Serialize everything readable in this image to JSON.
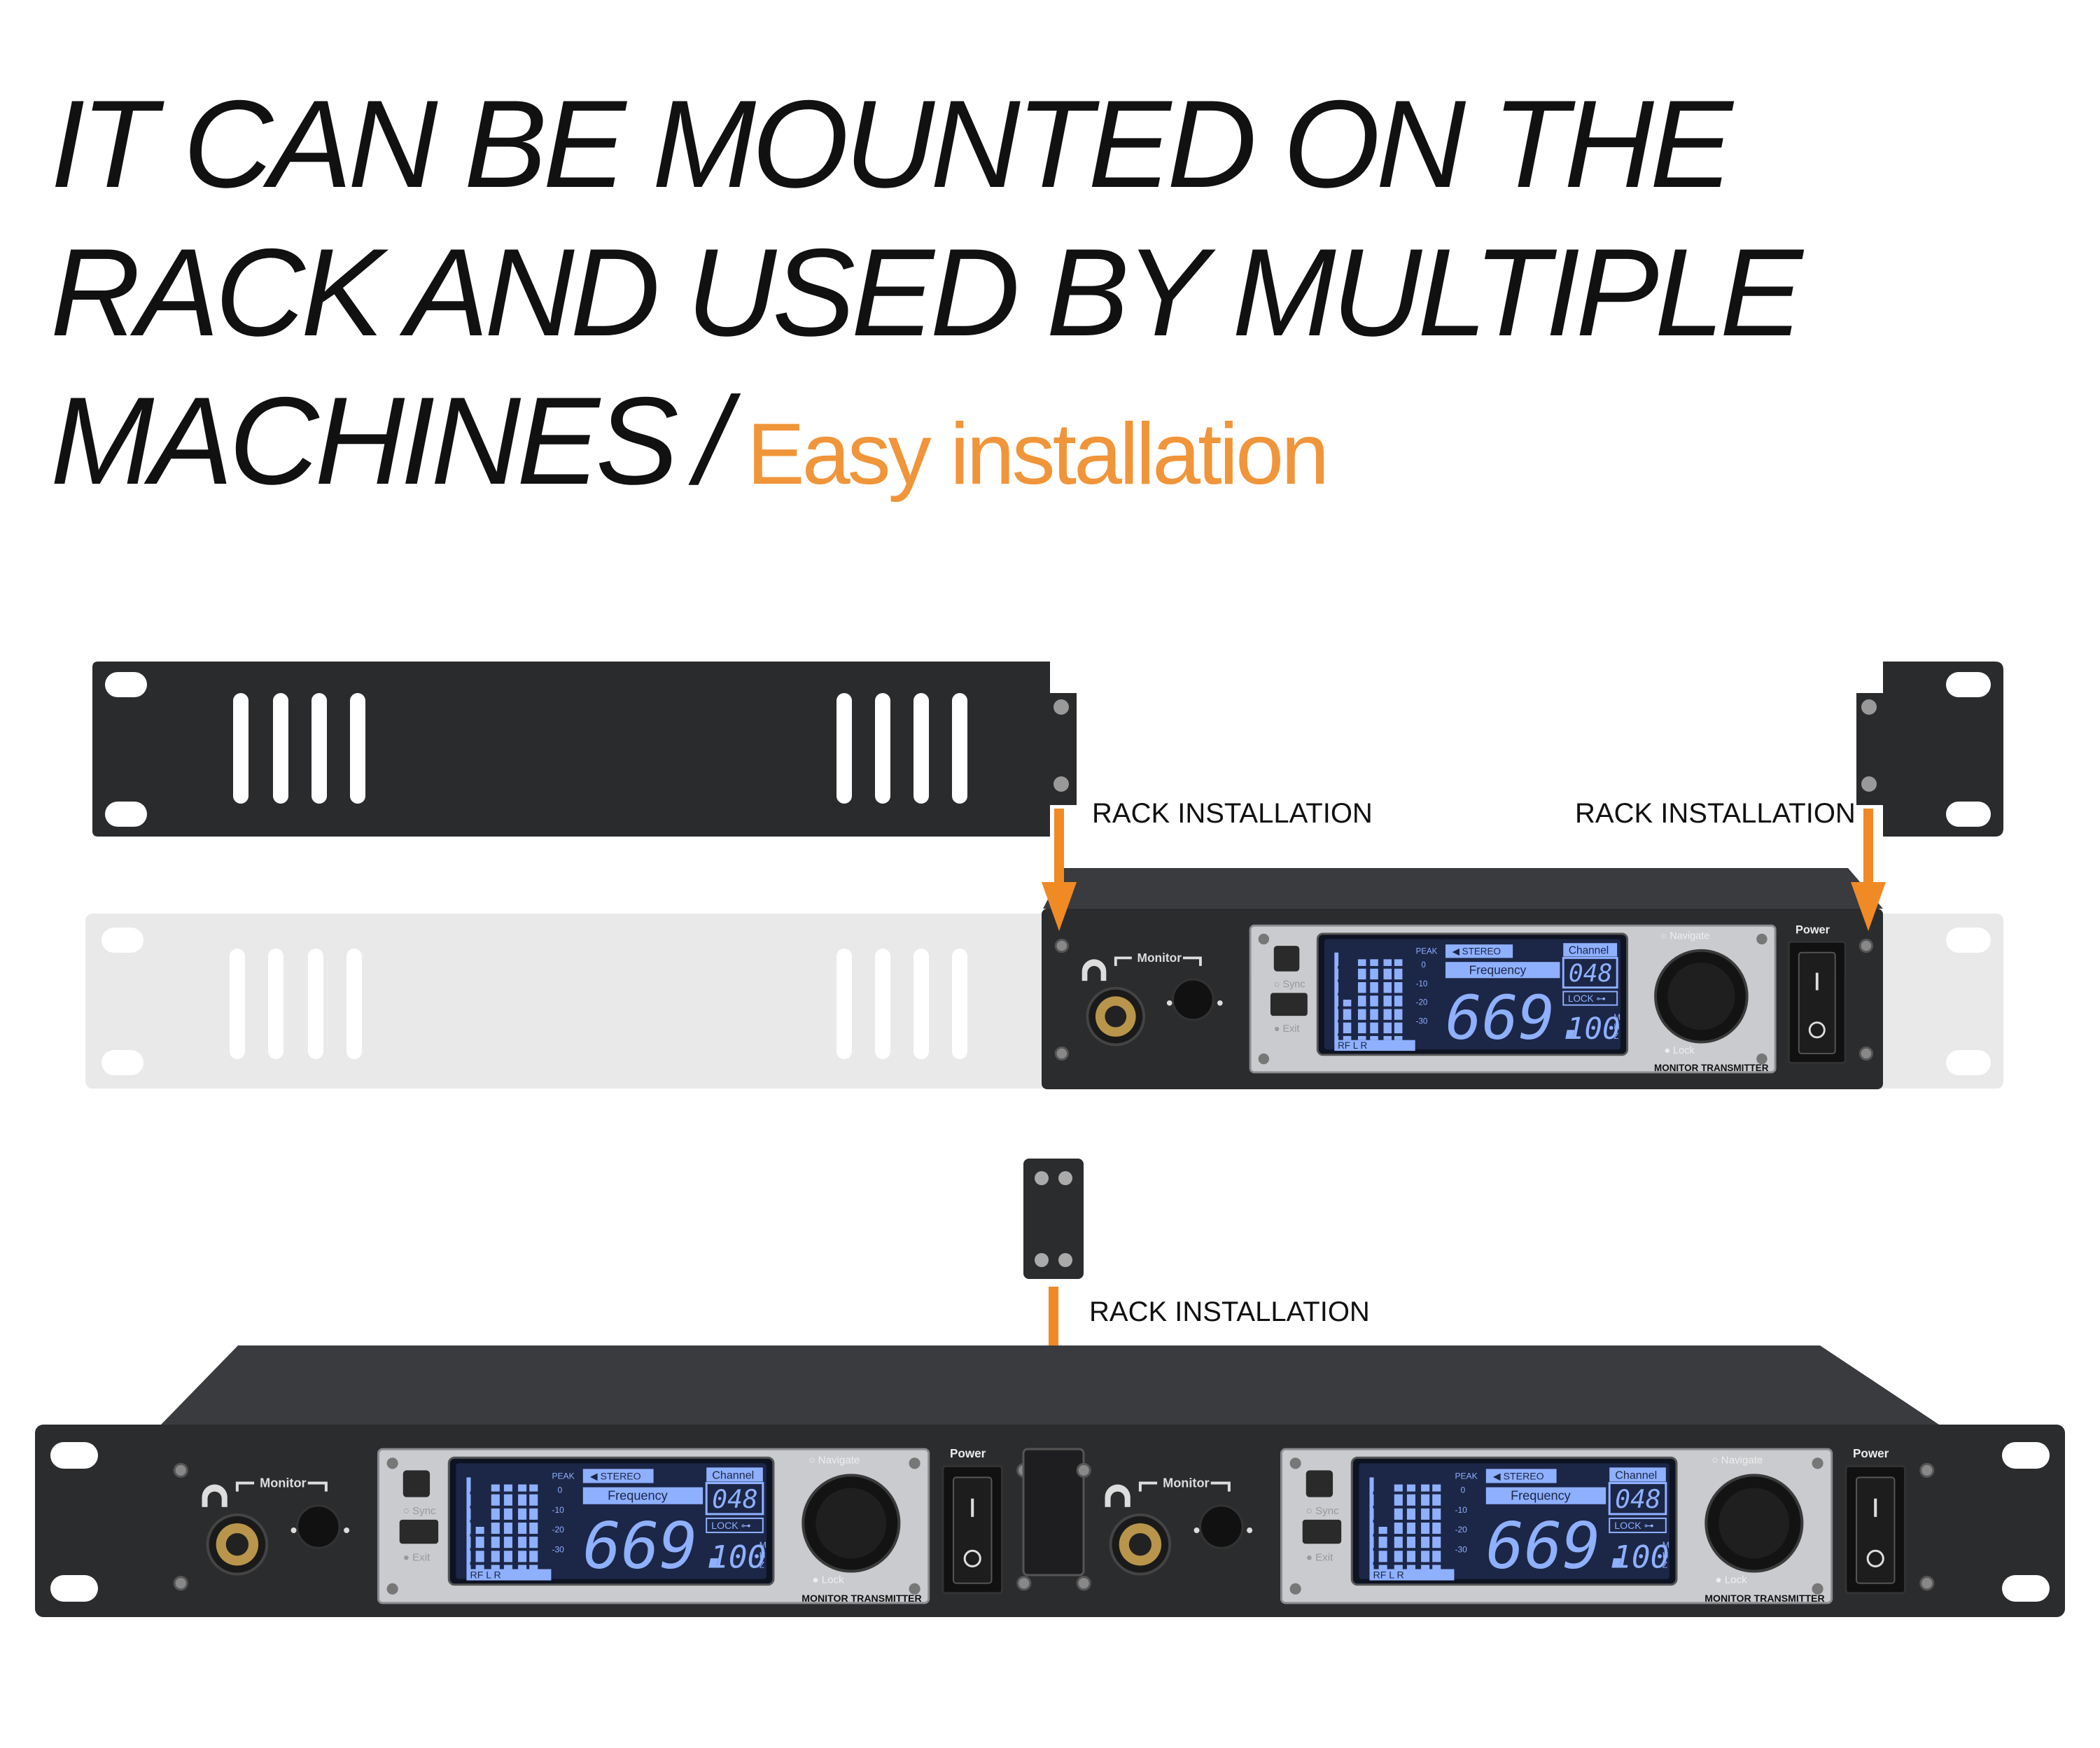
{
  "headline": {
    "line1": "IT CAN BE MOUNTED ON THE",
    "line2": "RACK AND USED BY MULTIPLE",
    "line3": "MACHINES",
    "separator": "/",
    "accent": "Easy installation"
  },
  "labels": {
    "rack_left": "RACK INSTALLATION",
    "rack_right": "RACK INSTALLATION",
    "rack_center": "RACK INSTALLATION"
  },
  "colors": {
    "accent": "#f0953a",
    "arrow": "#f08a24",
    "metal": "#2b2c2e",
    "lcd": "#1e2a4a",
    "lcd_glow": "#8fb0ff"
  },
  "device": {
    "monitor_label": "Monitor",
    "power_label": "Power",
    "sync_label": "Sync",
    "exit_label": "Exit",
    "navigate_label": "Navigate",
    "lock_label": "Lock",
    "model_label": "MONITOR TRANSMITTER",
    "lcd": {
      "stereo": "STEREO",
      "frequency_label": "Frequency",
      "channel_label": "Channel",
      "channel_value": "048",
      "freq_main": "669.",
      "freq_decimal": "100",
      "freq_unit": "MHZ",
      "lock": "LOCK",
      "peak": "PEAK",
      "scale": [
        "0",
        "-10",
        "-20",
        "-30"
      ],
      "meters": [
        "RF",
        "L",
        "R"
      ]
    }
  }
}
